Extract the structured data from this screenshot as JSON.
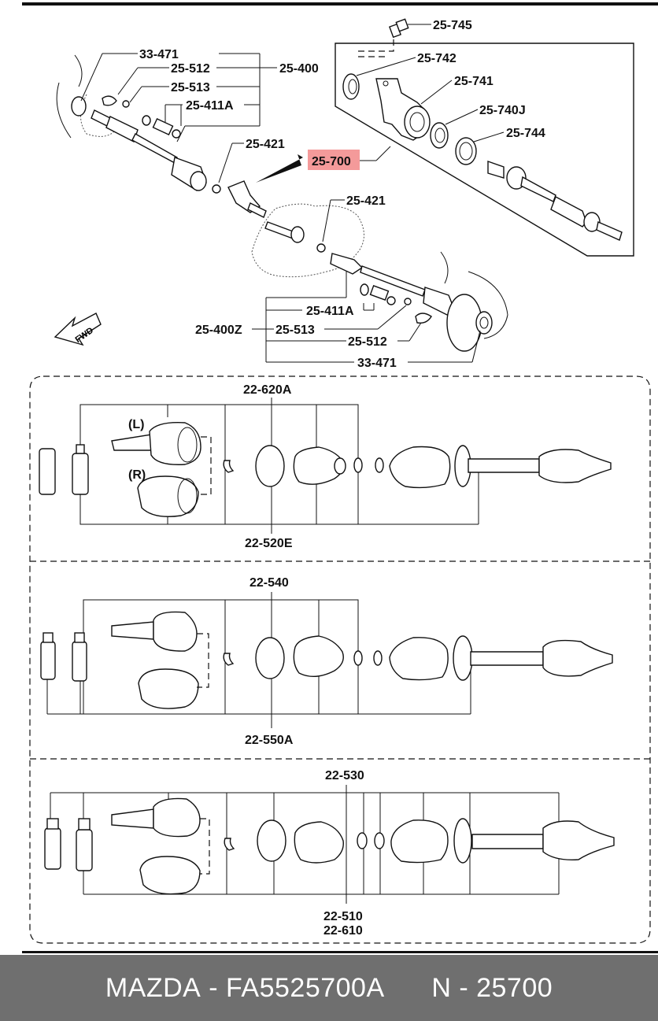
{
  "labels": {
    "p25_745": "25-745",
    "p25_742": "25-742",
    "p25_741": "25-741",
    "p25_740j": "25-740J",
    "p25_744": "25-744",
    "p25_700": "25-700",
    "p33_471_top": "33-471",
    "p25_512_top": "25-512",
    "p25_513_top": "25-513",
    "p25_411a_top": "25-411A",
    "p25_400": "25-400",
    "p25_421_a": "25-421",
    "p25_421_b": "25-421",
    "p25_411a_bot": "25-411A",
    "p25_400z": "25-400Z",
    "p25_513_bot": "25-513",
    "p25_512_bot": "25-512",
    "p33_471_bot": "33-471",
    "fwd": "FWD",
    "left_mark": "(L)",
    "right_mark": "(R)",
    "s1_top": "22-620A",
    "s1_bottom": "22-520E",
    "s2_top": "22-540",
    "s2_bottom": "22-550A",
    "s3_top": "22-530",
    "s3_bottom_a": "22-510",
    "s3_bottom_b": "22-610"
  },
  "highlight_color": "#f49a9a",
  "footer": {
    "brand": "MAZDA",
    "part_number": "FA5525700A",
    "code": "N - 25700",
    "background": "#6f6f6f"
  }
}
